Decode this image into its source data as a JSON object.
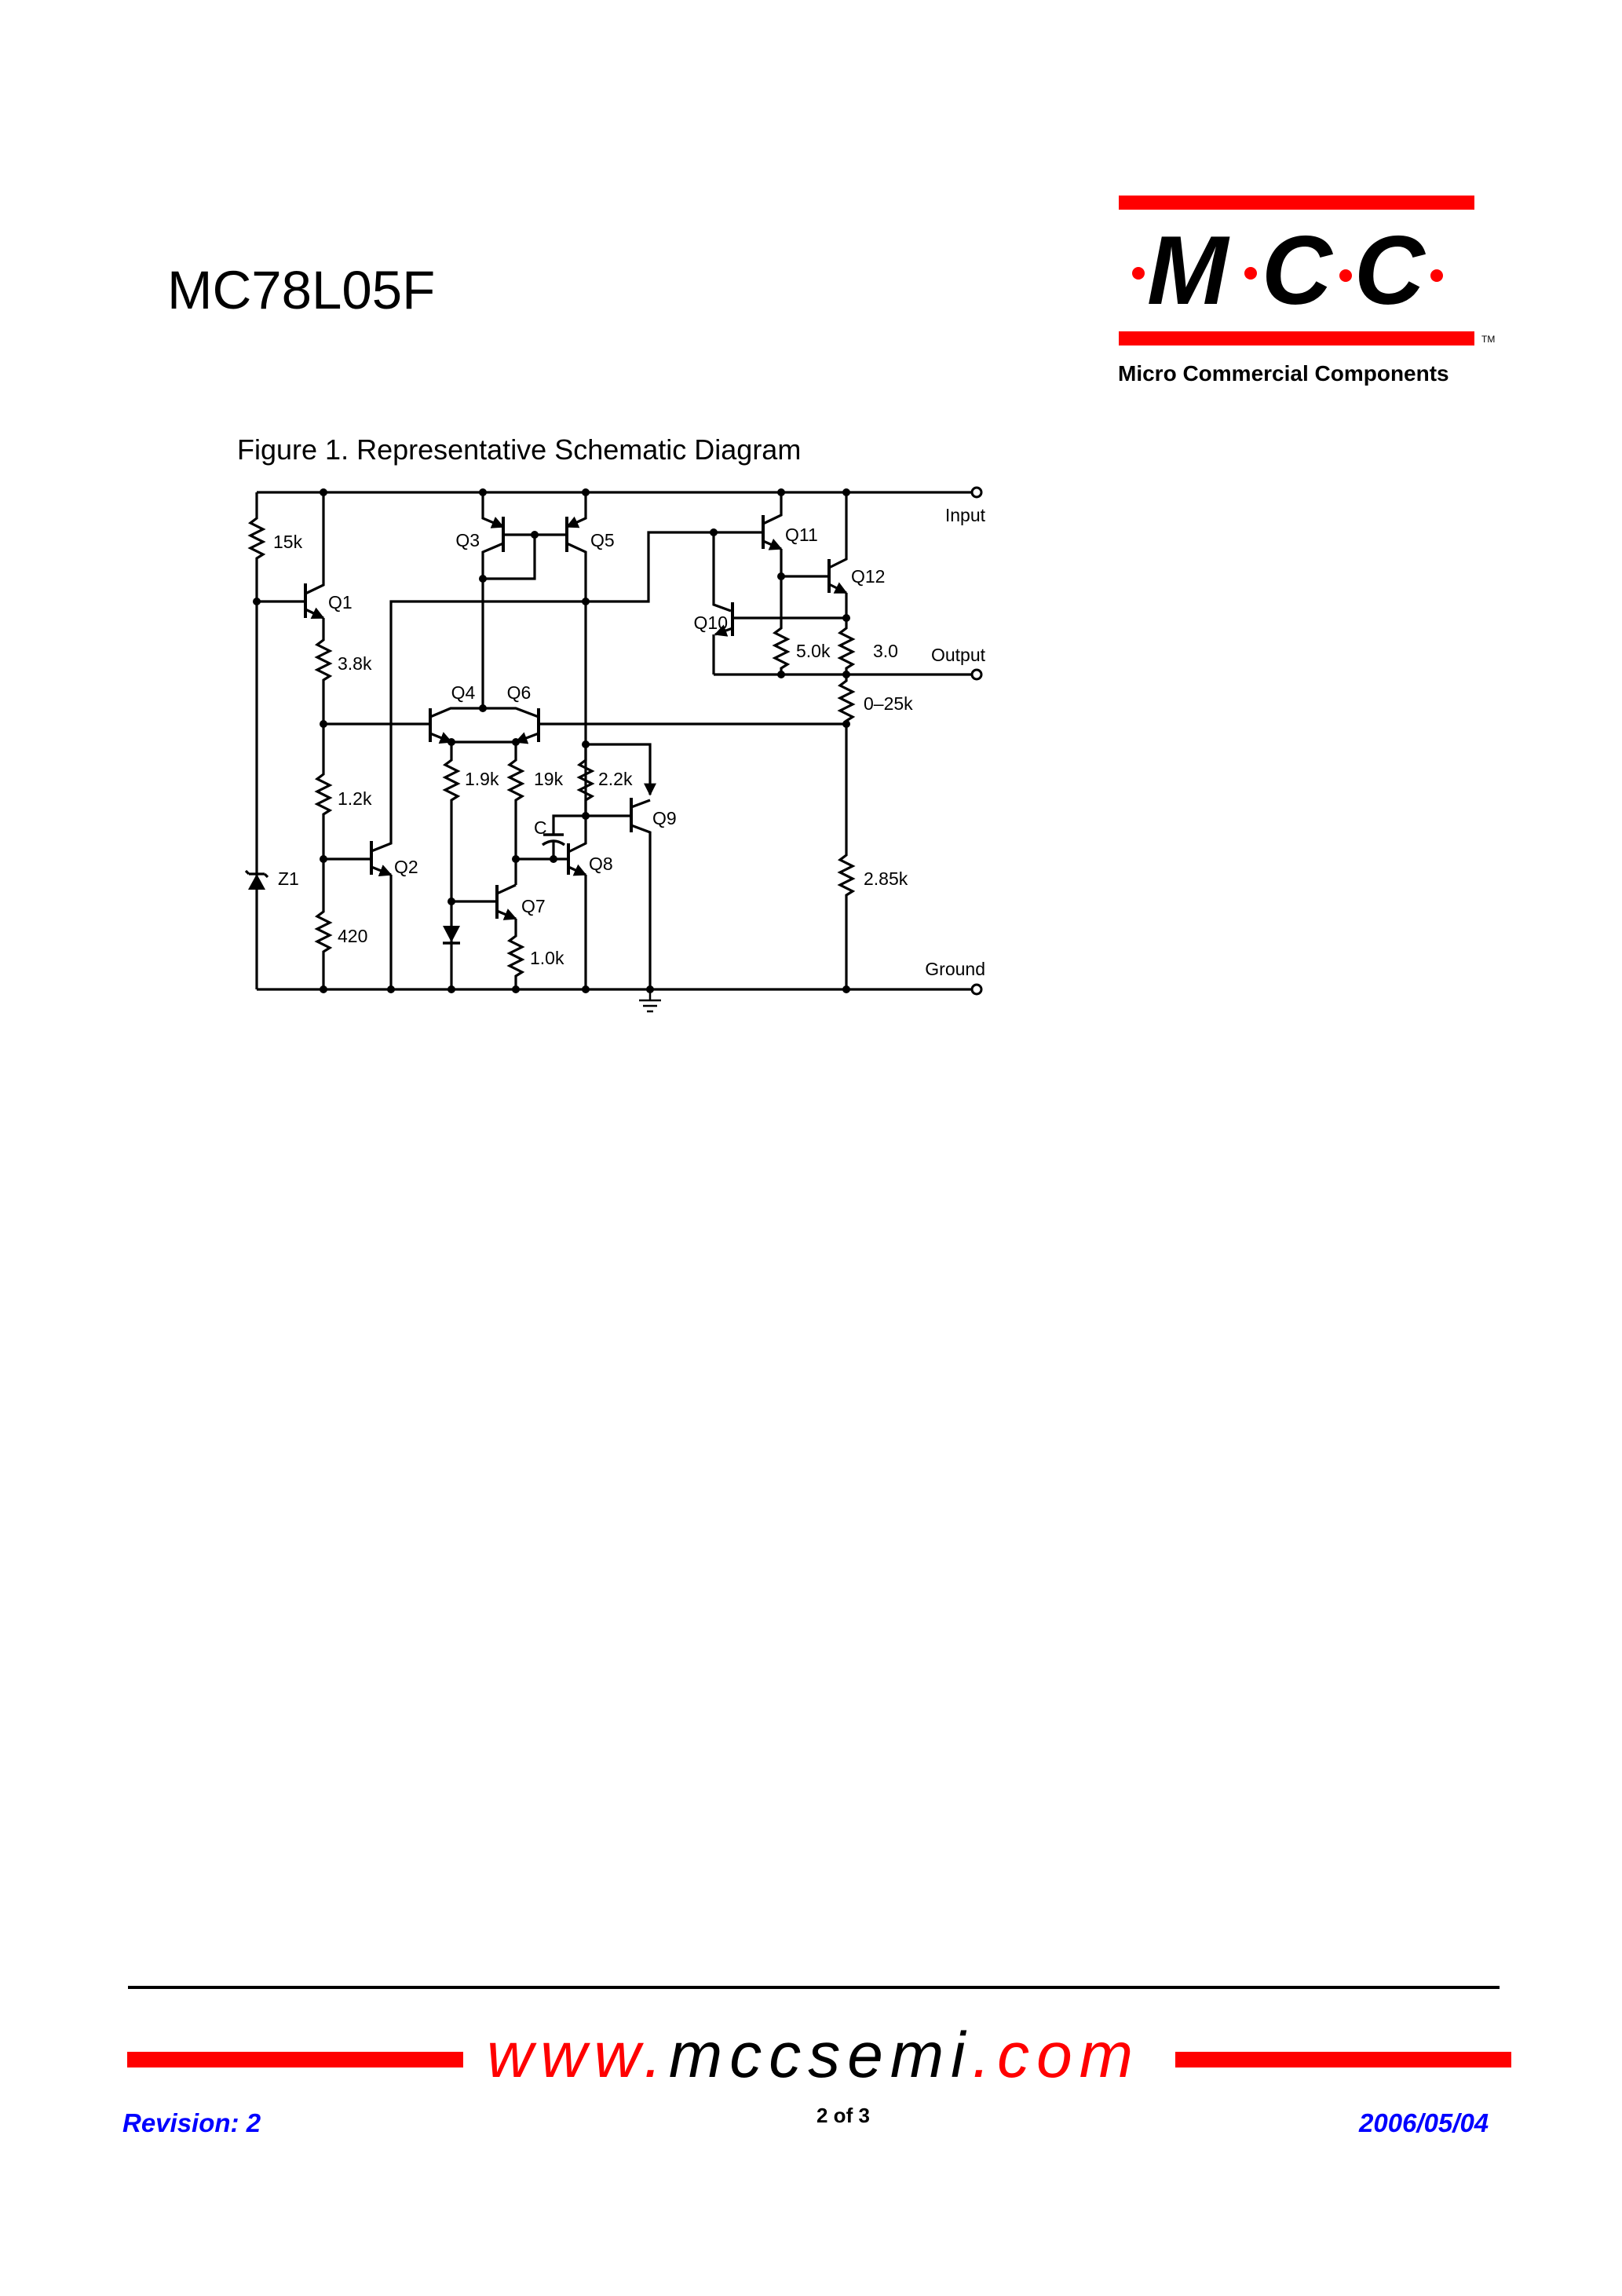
{
  "header": {
    "part_number": "MC78L05F"
  },
  "logo": {
    "letters": [
      "M",
      "C",
      "C"
    ],
    "trademark": "TM",
    "company_name": "Micro Commercial Components",
    "colors": {
      "bars": "#ff0000",
      "dots": "#ff0000",
      "letters": "#000000"
    }
  },
  "figure": {
    "caption": "Figure 1. Representative Schematic Diagram",
    "terminals": {
      "input": "Input",
      "output": "Output",
      "ground": "Ground"
    },
    "transistors": [
      "Q1",
      "Q2",
      "Q3",
      "Q4",
      "Q5",
      "Q6",
      "Q7",
      "Q8",
      "Q9",
      "Q10",
      "Q11",
      "Q12"
    ],
    "resistors": {
      "r15k": "15k",
      "r3_8k": "3.8k",
      "r1_2k": "1.2k",
      "r420": "420",
      "r1_9k": "1.9k",
      "r19k": "19k",
      "r2_2k": "2.2k",
      "r1_0k": "1.0k",
      "r5_0k": "5.0k",
      "r3_0": "3.0",
      "r0_25k": "0–25k",
      "r2_85k": "2.85k"
    },
    "zener": "Z1",
    "capacitor": "C"
  },
  "footer": {
    "website_prefix": "www.",
    "website_domain": "mccsemi",
    "website_suffix": ".com",
    "revision": "Revision: 2",
    "page": "2 of 3",
    "date": "2006/05/04",
    "colors": {
      "accent_red": "#ff0000",
      "meta_blue": "#0000ff"
    }
  }
}
